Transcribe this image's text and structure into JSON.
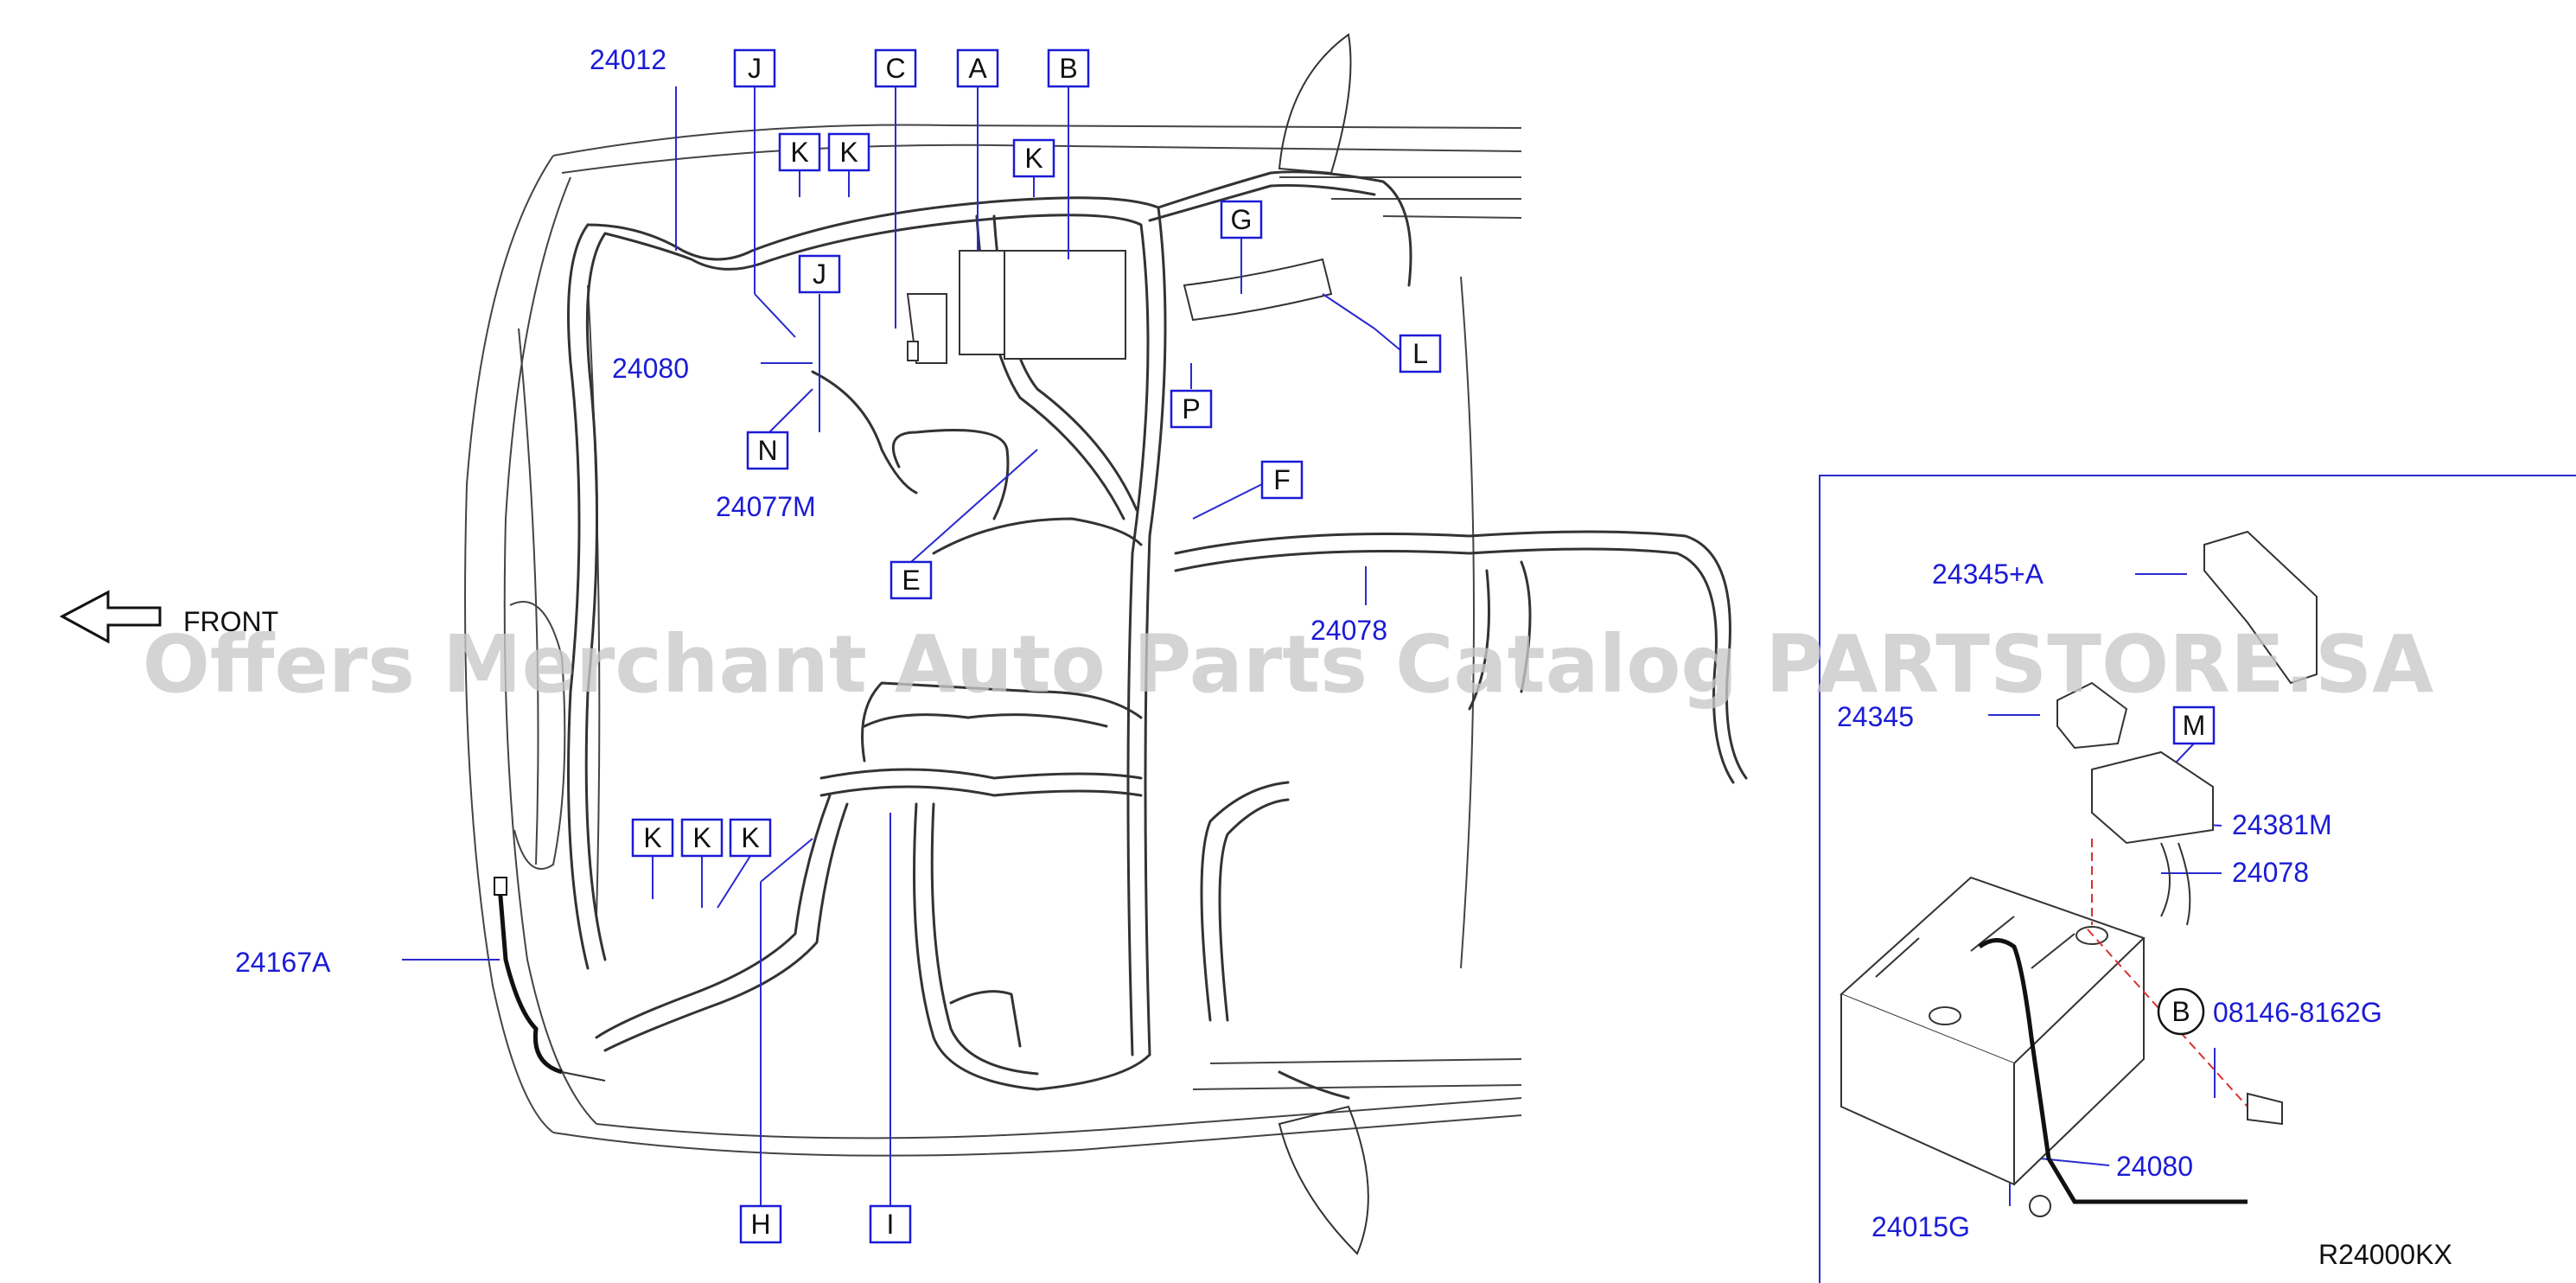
{
  "part_numbers": {
    "p24012": "24012",
    "p24080_top": "24080",
    "p24077M": "24077M",
    "p24078_main": "24078",
    "p24167A": "24167A",
    "p24345A": "24345+A",
    "p24345": "24345",
    "p24381M": "24381M",
    "p24078_inset": "24078",
    "p08146": "08146-8162G",
    "p24080_inset": "24080",
    "p24015G": "24015G"
  },
  "callouts": {
    "J1": "J",
    "C": "C",
    "A": "A",
    "B": "B",
    "K1": "K",
    "K2": "K",
    "K3": "K",
    "J2": "J",
    "G": "G",
    "L": "L",
    "P": "P",
    "N": "N",
    "F": "F",
    "E": "E",
    "K4": "K",
    "K5": "K",
    "K6": "K",
    "H": "H",
    "I": "I",
    "M": "M",
    "B_circle": "B"
  },
  "front_label": "FRONT",
  "diagram_code": "R24000KX",
  "watermark": "Offers Merchant Auto Parts Catalog PARTSTORE.SA",
  "colors": {
    "part_number": "#1b1bd6",
    "line": "#333333",
    "watermark": "#c9c9c9"
  }
}
